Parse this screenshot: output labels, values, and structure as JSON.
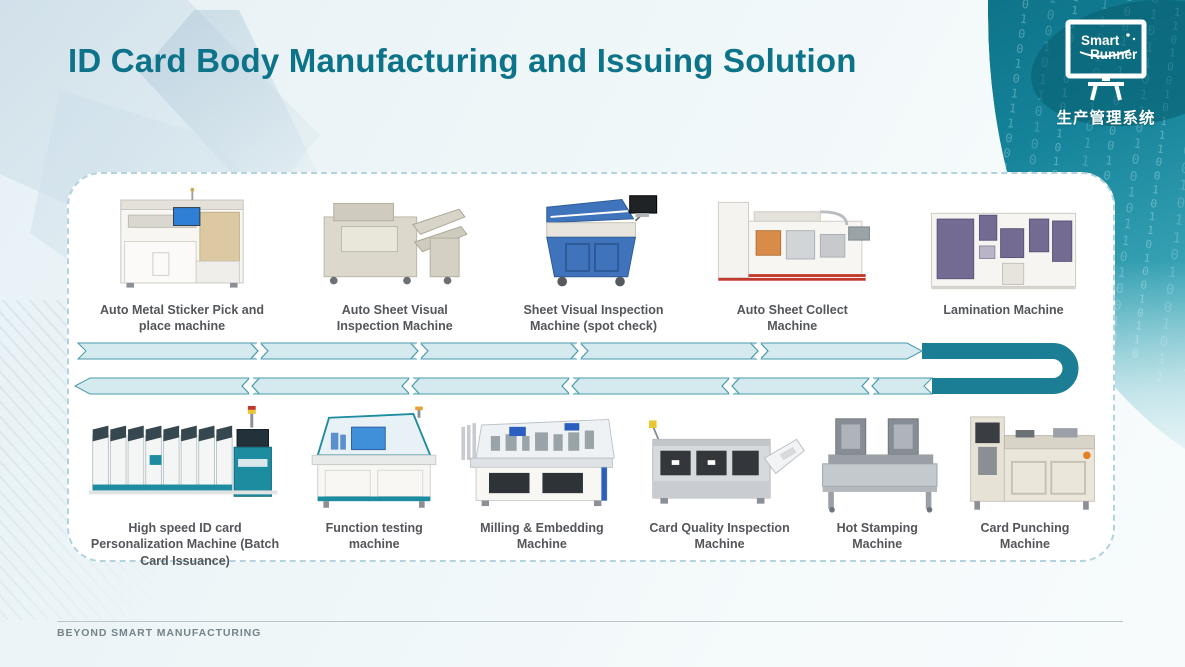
{
  "title": "ID Card Body Manufacturing and Issuing Solution",
  "logo": {
    "brand_line1": "Smart",
    "brand_line2": "Runner",
    "subtitle": "生产管理系统"
  },
  "background": {
    "binary_pattern": "101101001011100101101001011010010110100101101101001011010010111001011010"
  },
  "colors": {
    "accent_teal": "#0d7389",
    "flow_dark": "#1b7e95",
    "flow_light": "#d4eaef",
    "flow_stroke": "#4899ab"
  },
  "process": {
    "top_row": [
      {
        "label": "Auto Metal Sticker Pick and place machine"
      },
      {
        "label": "Auto Sheet Visual Inspection Machine"
      },
      {
        "label": "Sheet Visual Inspection Machine (spot check)"
      },
      {
        "label": "Auto Sheet Collect Machine"
      },
      {
        "label": "Lamination Machine"
      }
    ],
    "bottom_row": [
      {
        "label": "High speed ID card Personalization Machine (Batch Card Issuance)"
      },
      {
        "label": "Function testing machine"
      },
      {
        "label": "Milling & Embedding Machine"
      },
      {
        "label": "Card Quality Inspection Machine"
      },
      {
        "label": "Hot Stamping Machine"
      },
      {
        "label": "Card Punching Machine"
      }
    ]
  },
  "footer": {
    "tagline": "BEYOND SMART MANUFACTURING"
  }
}
